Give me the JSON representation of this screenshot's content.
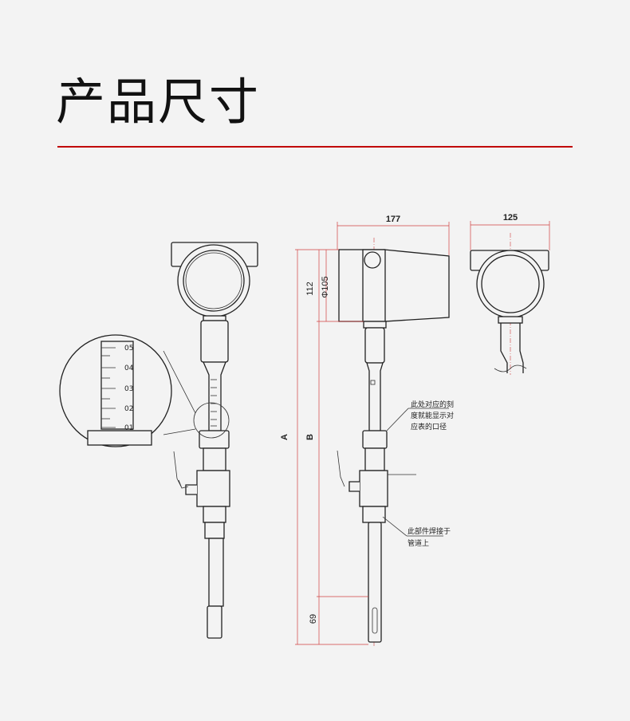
{
  "title": "产品尺寸",
  "accent_color": "#c00000",
  "dimensions": {
    "width_side": "177",
    "width_front": "125",
    "height_head": "112",
    "diameter": "Φ105",
    "overall_a": "A",
    "overall_b": "B",
    "tip": "69"
  },
  "scale_labels": [
    "05",
    "04",
    "03",
    "02",
    "01"
  ],
  "annotations": {
    "scale_note": [
      "此处对应的刻",
      "度就能显示对",
      "应表的口径"
    ],
    "weld_note": [
      "此部件焊接于",
      "管道上"
    ]
  }
}
